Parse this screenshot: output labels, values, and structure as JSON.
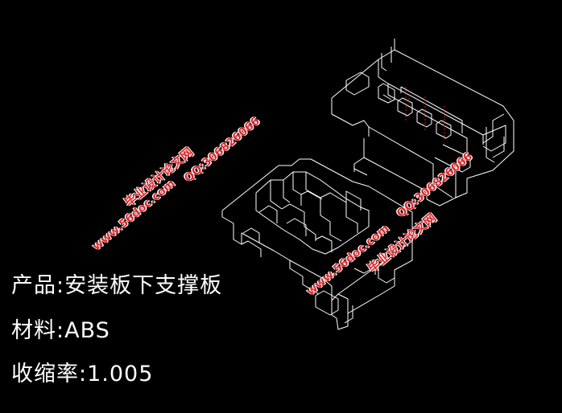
{
  "drawing": {
    "product_label": "产品:",
    "product_name": "安装板下支撑板",
    "material_label": "材料:",
    "material_value": "ABS",
    "shrinkage_label": "收缩率:",
    "shrinkage_value": "1.005"
  },
  "watermarks": [
    {
      "site": "www.56doc.com",
      "name": "毕业设计论文网",
      "qq": "QQ:306826066"
    },
    {
      "site": "www.56doc.com",
      "name": "毕业设计论文网",
      "qq": "QQ:306826066"
    }
  ],
  "colors": {
    "background": "#000000",
    "lines": "#ffffff",
    "watermark": "#e0282c",
    "hidden_lines": "#d01a1a"
  }
}
